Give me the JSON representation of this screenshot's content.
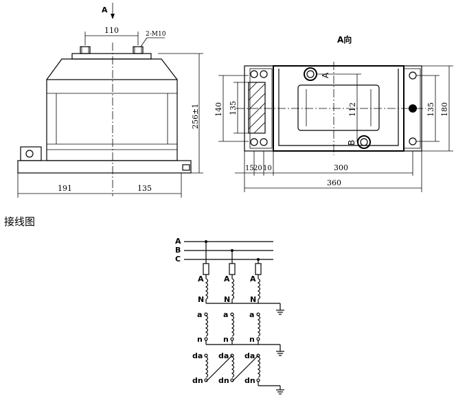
{
  "front_view": {
    "view_arrow_label": "A",
    "dim_top": "110",
    "bolt_note": "2-M10",
    "dim_height": "256±1",
    "dim_left": "191",
    "dim_right": "135"
  },
  "side_view": {
    "title": "A向",
    "dim_outer_height": "140",
    "dim_inner_height": "135",
    "dim_center": "112",
    "dim_right_inner": "135",
    "dim_right_outer": "180",
    "terminal_top": "A",
    "terminal_bottom": "B",
    "dim_small_a": "15",
    "dim_small_b": "20",
    "dim_small_c": "10",
    "dim_300": "300",
    "dim_360": "360"
  },
  "wiring": {
    "title": "接线图",
    "phase_a": "A",
    "phase_b": "B",
    "phase_c": "C",
    "primary_start": "A",
    "primary_end": "N",
    "secondary_start": "a",
    "secondary_end": "n",
    "residual_start": "da",
    "residual_end": "dn"
  }
}
